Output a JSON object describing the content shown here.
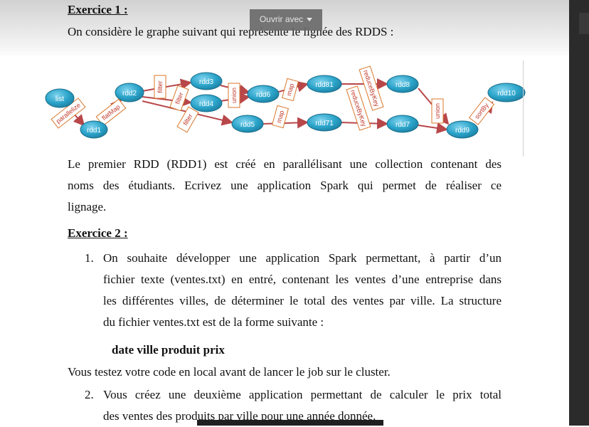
{
  "toolbar": {
    "open_with_label": "Ouvrir avec"
  },
  "exercise1": {
    "title": "Exercice 1 :",
    "intro": "On considère le graphe suivant qui représente le lignée des RDDS :",
    "para_lines": [
      "Le premier RDD (RDD1) est créé en parallélisant une collection contenant des",
      "noms des étudiants. Ecrivez une application Spark qui permet de réaliser ce",
      "lignage."
    ]
  },
  "graph": {
    "nodes": {
      "list": "list",
      "rdd1": "rdd1",
      "rdd2": "rdd2",
      "rdd3": "rdd3",
      "rdd4": "rdd4",
      "rdd5": "rdd5",
      "rdd6": "rdd6",
      "rdd7": "rdd7",
      "rdd71": "rdd71",
      "rdd8": "rdd8",
      "rdd81": "rdd81",
      "rdd9": "rdd9",
      "rdd10": "rdd10"
    },
    "ops": {
      "parallelize": "parallelize",
      "flatMap": "flatMap",
      "filter1": "filter",
      "filter2": "filter",
      "filter3": "filter",
      "union1": "union",
      "map1": "map",
      "map2": "map",
      "reduceByKey1": "reduceByKey",
      "reduceByKey2": "reduceByKey",
      "union2": "union",
      "sortBy": "sortBy"
    },
    "colors": {
      "node_fill": "#2aa3c9",
      "node_stroke": "#1a6e8a",
      "arrow": "#b8474a",
      "label_stroke": "#d9772b"
    }
  },
  "exercise2": {
    "title": "Exercice 2 :",
    "item1_num": "1.",
    "item1_lines": [
      "On souhaite développer une application Spark permettant, à partir d’un",
      "fichier texte (ventes.txt) en entré, contenant les ventes d’une entreprise dans",
      "les différentes villes, de déterminer le total des ventes par ville. La structure",
      "du fichier ventes.txt est de la forme suivante :"
    ],
    "format_line": "date ville produit prix",
    "local_test": "Vous testez votre code en local avant de lancer le job sur le cluster.",
    "item2_num": "2.",
    "item2_lines": [
      "Vous créez une deuxième application permettant de calculer le prix total",
      "des ventes des produits par ville pour une année donnée."
    ]
  }
}
